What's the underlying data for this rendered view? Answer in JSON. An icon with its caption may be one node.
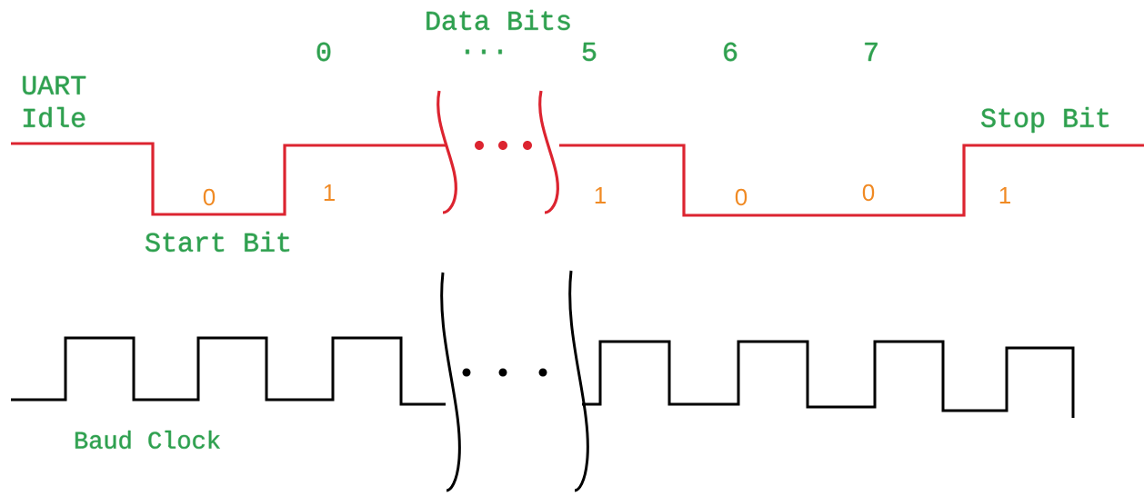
{
  "diagram": {
    "labels": [
      "Data Bits",
      "0",
      "...",
      "5",
      "6",
      "7",
      "UART Idle",
      "Stop Bit",
      "0",
      "1",
      "1",
      "0",
      "0",
      "1",
      "Start Bit",
      "Baud Clock"
    ]
  }
}
